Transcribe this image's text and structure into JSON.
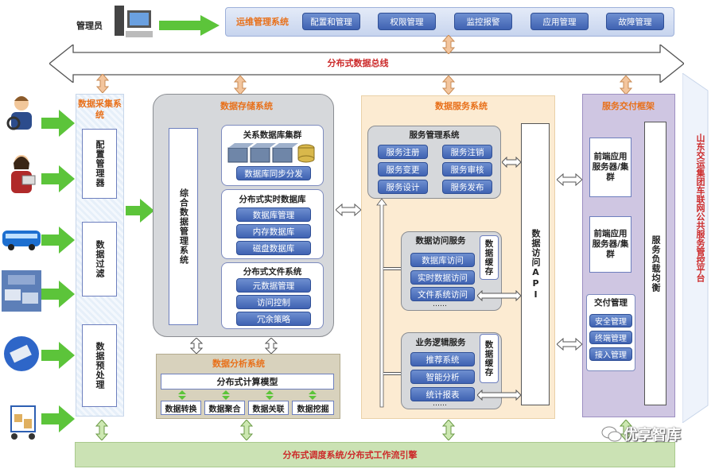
{
  "admin": {
    "label": "管理员"
  },
  "ops": {
    "title": "运维管理系统",
    "items": [
      "配置和管理",
      "权限管理",
      "监控报警",
      "应用管理",
      "故障管理"
    ]
  },
  "bus": {
    "label": "分布式数据总线"
  },
  "collect": {
    "title": "数据采集系统",
    "boxes": [
      "配置管理器",
      "数据过滤",
      "数据预处理"
    ]
  },
  "storage": {
    "title": "数据存储系统",
    "integrated": "综合数据管理系统",
    "rdb": {
      "title": "关系数据库集群",
      "sync": "数据库同步分发"
    },
    "realtime": {
      "title": "分布式实时数据库",
      "items": [
        "数据库管理",
        "内存数据库",
        "磁盘数据库"
      ]
    },
    "fs": {
      "title": "分布式文件系统",
      "items": [
        "元数据管理",
        "访问控制",
        "冗余策略"
      ]
    }
  },
  "analysis": {
    "title": "数据分析系统",
    "model": "分布式计算模型",
    "items": [
      "数据转换",
      "数据聚合",
      "数据关联",
      "数据挖掘"
    ]
  },
  "service": {
    "title": "数据服务系统",
    "mgmt": {
      "title": "服务管理系统",
      "items": [
        "服务注册",
        "服务注销",
        "服务变更",
        "服务审核",
        "服务设计",
        "服务发布"
      ]
    },
    "access": {
      "title": "数据访问服务",
      "items": [
        "数据库访问",
        "实时数据访问",
        "文件系统访问"
      ],
      "more": "……",
      "cache": "数据缓存"
    },
    "logic": {
      "title": "业务逻辑服务",
      "items": [
        "推荐系统",
        "智能分析",
        "统计报表"
      ],
      "more": "……",
      "cache": "数据缓存"
    },
    "api": "数据访问API"
  },
  "delivery": {
    "title": "服务交付框架",
    "front1": "前端应用服务器/集群",
    "front2": "前端应用服务器/集群",
    "mgmt": {
      "title": "交付管理",
      "items": [
        "安全管理",
        "终端管理",
        "接入管理"
      ]
    },
    "lb": "服务负载均衡"
  },
  "platform": {
    "label": "山东交运集团车联网公共服务管控平台"
  },
  "scheduler": {
    "label": "分布式调度系统/分布式工作流引擎"
  },
  "watermark": {
    "label": "优享智库"
  },
  "colors": {
    "accent_blue": "#3f62b2",
    "title_orange": "#e8701a",
    "title_red": "#cc2a2a",
    "arrow_green": "#5cc43a"
  }
}
